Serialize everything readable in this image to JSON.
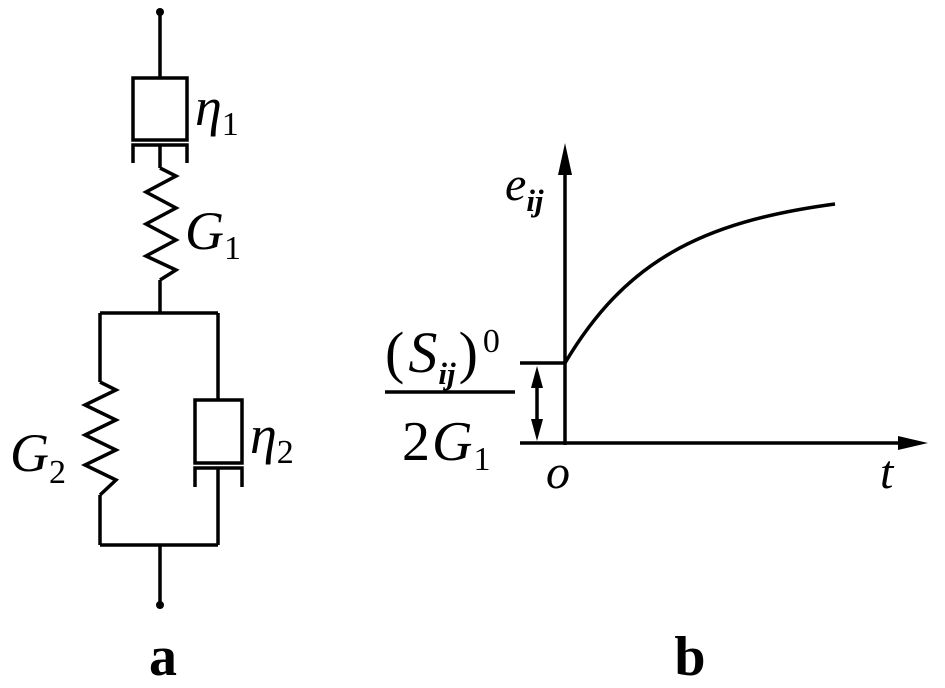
{
  "colors": {
    "ink": "#000000",
    "background": "#ffffff"
  },
  "panel_a": {
    "caption": "a",
    "labels": {
      "dashpot_top": {
        "symbol": "η",
        "sub": "1"
      },
      "spring_top": {
        "symbol": "G",
        "sub": "1"
      },
      "spring_left": {
        "symbol": "G",
        "sub": "2"
      },
      "dashpot_right": {
        "symbol": "η",
        "sub": "2"
      }
    }
  },
  "panel_b": {
    "caption": "b",
    "y_axis_label": {
      "symbol": "e",
      "sub": "ij"
    },
    "x_axis_label": "t",
    "origin_label": "o",
    "initial_strain": {
      "numerator": {
        "open": "(",
        "symbol": "S",
        "sub": "ij",
        "close": ")",
        "sup": "0"
      },
      "denominator": {
        "coef": "2",
        "symbol": "G",
        "sub": "1"
      }
    }
  }
}
